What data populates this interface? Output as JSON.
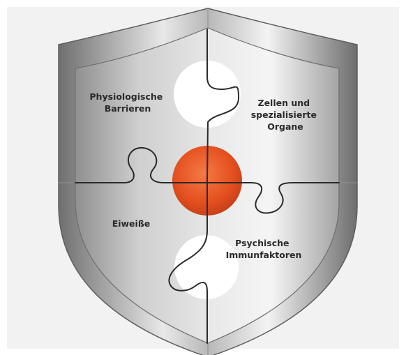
{
  "diagram": {
    "quadrants": [
      {
        "id": "top-left",
        "lines": [
          "Physiologische",
          "Barrieren"
        ]
      },
      {
        "id": "top-right",
        "lines": [
          "Zellen und",
          "spezialisierte",
          "Organe"
        ]
      },
      {
        "id": "bottom-left",
        "lines": [
          "Eiweiße"
        ]
      },
      {
        "id": "bottom-right",
        "lines": [
          "Psychische",
          "Immunfaktoren"
        ]
      }
    ],
    "colors": {
      "background_panel": "#f2f2f2",
      "center_circle": "#e4501f",
      "puzzle_line": "#2a2a2a",
      "shield_light": "#f4f4f4",
      "shield_dark": "#7a7a7a",
      "circle_white": "#ffffff"
    },
    "icons": [
      "shield-icon",
      "puzzle-icon"
    ]
  }
}
